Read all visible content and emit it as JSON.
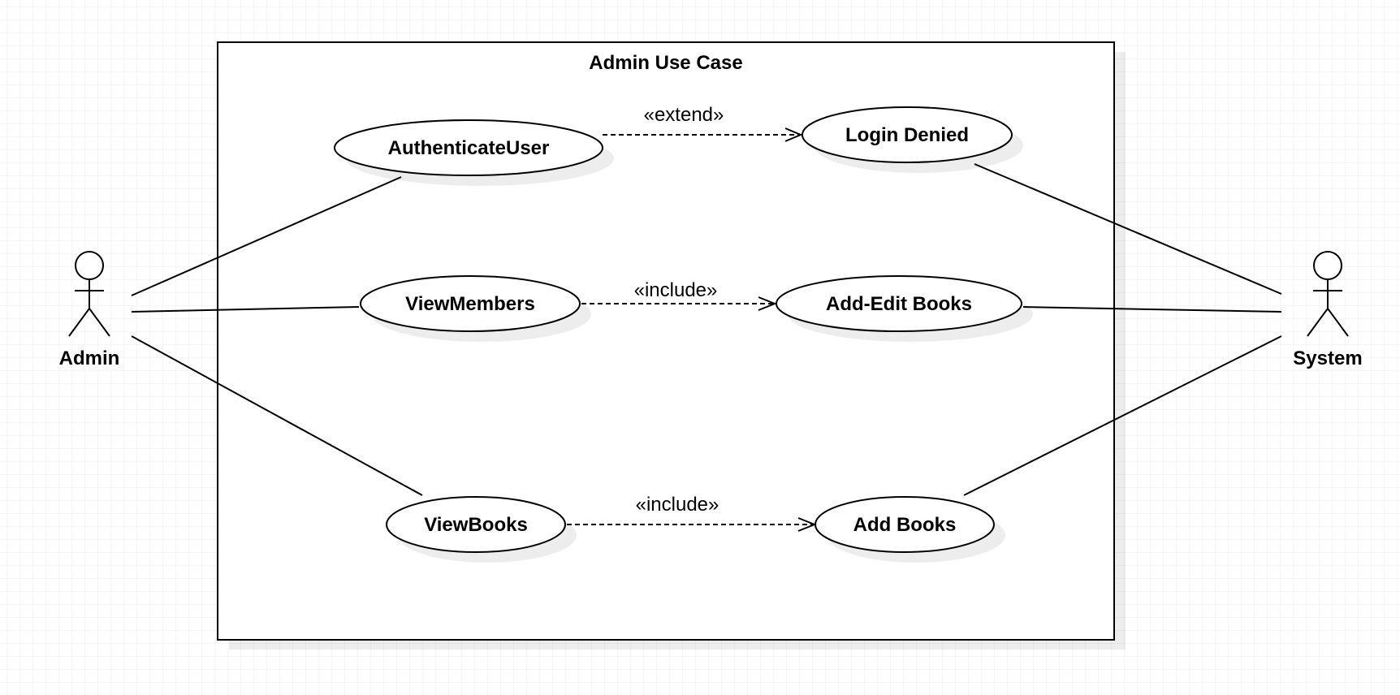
{
  "diagram": {
    "type": "uml-use-case",
    "system_boundary": {
      "title": "Admin Use Case"
    },
    "actors": [
      {
        "id": "admin",
        "name": "Admin"
      },
      {
        "id": "system",
        "name": "System"
      }
    ],
    "use_cases": [
      {
        "id": "authenticate-user",
        "label": "AuthenticateUser"
      },
      {
        "id": "login-denied",
        "label": "Login Denied"
      },
      {
        "id": "view-members",
        "label": "ViewMembers"
      },
      {
        "id": "add-edit-books",
        "label": "Add-Edit Books"
      },
      {
        "id": "view-books",
        "label": "ViewBooks"
      },
      {
        "id": "add-books",
        "label": "Add Books"
      }
    ],
    "relationships": [
      {
        "from": "authenticate-user",
        "to": "login-denied",
        "stereotype": "«extend»"
      },
      {
        "from": "view-members",
        "to": "add-edit-books",
        "stereotype": "«include»"
      },
      {
        "from": "view-books",
        "to": "add-books",
        "stereotype": "«include»"
      }
    ],
    "associations": [
      {
        "actor": "admin",
        "use_case": "authenticate-user"
      },
      {
        "actor": "admin",
        "use_case": "view-members"
      },
      {
        "actor": "admin",
        "use_case": "view-books"
      },
      {
        "actor": "system",
        "use_case": "login-denied"
      },
      {
        "actor": "system",
        "use_case": "add-edit-books"
      },
      {
        "actor": "system",
        "use_case": "add-books"
      }
    ]
  }
}
